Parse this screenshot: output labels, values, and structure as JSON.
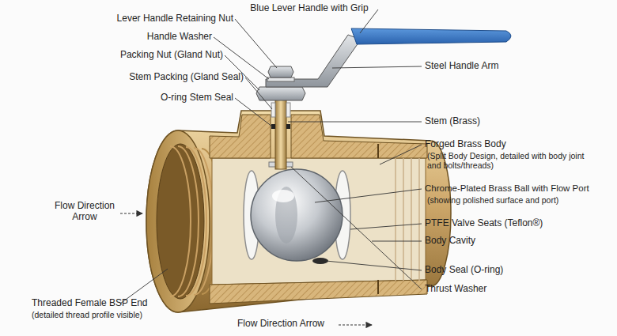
{
  "diagram": {
    "labels": [
      "Blue Lever Handle with Grip",
      "Lever Handle Retaining Nut",
      "Handle Washer",
      "Packing Nut (Gland Nut)",
      "Stem Packing (Gland Seal)",
      "O-ring Stem Seal",
      "Steel Handle Arm",
      "Stem (Brass)",
      "Forged Brass Body",
      "(Split Body Design, detailed with body joint and bolts/threads)",
      "Chrome-Plated Brass Ball with Flow Port",
      "(showing polished surface and port)",
      "PTFE Valve Seats (Teflon®)",
      "Body Cavity",
      "Body Seal (O-ring)",
      "Thrust Washer",
      "Flow Direction Arrow",
      "Threaded Female BSP End",
      "(detailed thread profile visible)",
      "Flow Direction Arrow"
    ]
  }
}
